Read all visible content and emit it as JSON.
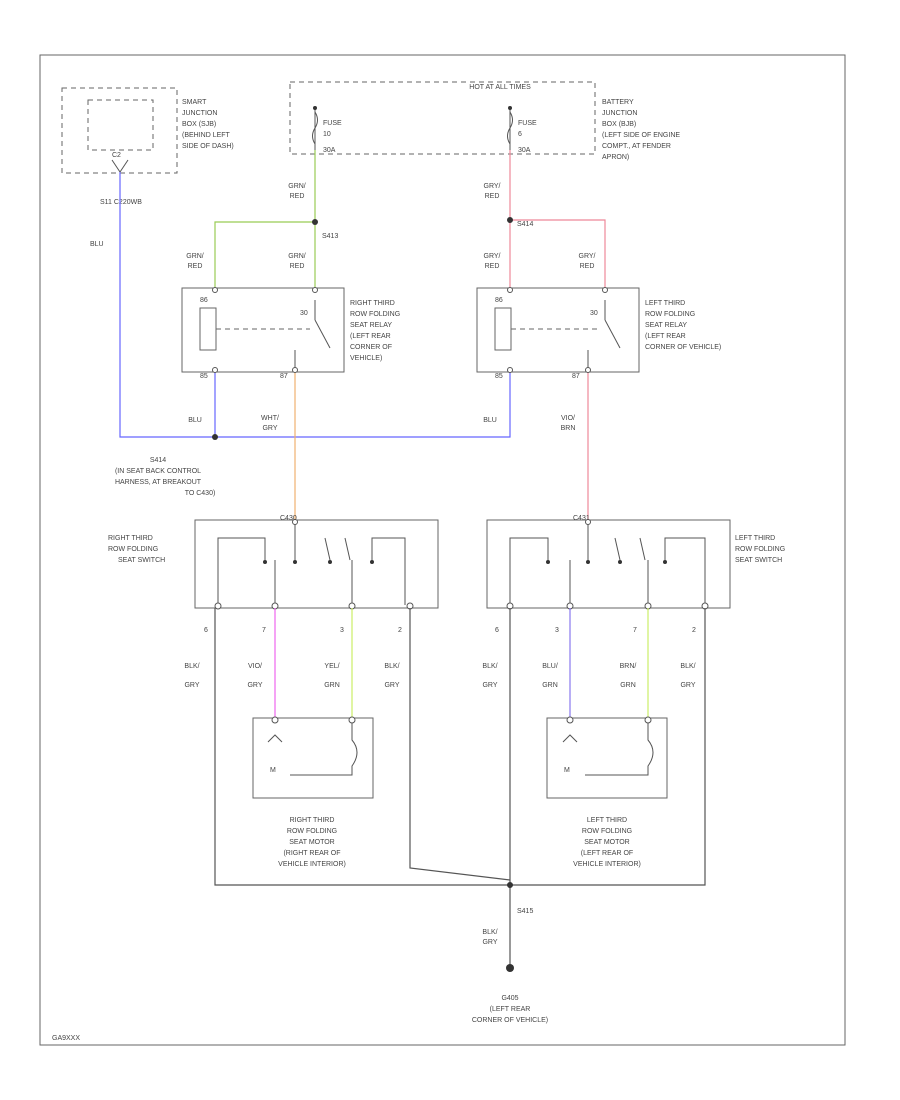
{
  "frame": {
    "figure_code": "GA9XXX"
  },
  "sources": {
    "smart_jb": {
      "label": [
        "SMART",
        "JUNCTION",
        "BOX (SJB)",
        "(BEHIND LEFT",
        "SIDE OF DASH)"
      ],
      "ground": "S11 C220WB",
      "cavity": "C2"
    },
    "battery_jb": {
      "header": "HOT AT ALL TIMES",
      "label": [
        "BATTERY",
        "JUNCTION",
        "BOX (BJB)",
        "(LEFT SIDE OF ENGINE",
        "COMPT., AT FENDER",
        "APRON)"
      ],
      "fuse_left": [
        "FUSE",
        "10",
        "30A"
      ],
      "fuse_right": [
        "FUSE",
        "6",
        "30A"
      ]
    }
  },
  "wires": {
    "grn_red": [
      "GRN/",
      "RED"
    ],
    "gry_red": [
      "GRY/",
      "RED"
    ],
    "blu": "BLU",
    "wht_gry": [
      "WHT/",
      "GRY"
    ],
    "vio_brn": [
      "VIO/",
      "BRN"
    ],
    "blk_gry": [
      "BLK/",
      "GRY"
    ],
    "vio_gry": [
      "VIO/",
      "GRY"
    ],
    "yel_grn": [
      "YEL/",
      "GRN"
    ],
    "blu_grn": [
      "BLU/",
      "GRN"
    ],
    "brn_grn": [
      "BRN/",
      "GRN"
    ]
  },
  "splices": {
    "s413": "S413",
    "s414_left": "S414",
    "s414_mid": [
      "S414",
      "(IN SEAT BACK CONTROL",
      "HARNESS, AT BREAKOUT",
      "TO C430)"
    ],
    "s415": "S415"
  },
  "relays": {
    "right": {
      "label": [
        "RIGHT THIRD",
        "ROW FOLDING",
        "SEAT RELAY",
        "(LEFT REAR",
        "CORNER OF",
        "VEHICLE)"
      ],
      "pins": {
        "p1": "86",
        "p2": "30",
        "p3": "85",
        "p4": "87"
      }
    },
    "left": {
      "label": [
        "LEFT THIRD",
        "ROW FOLDING",
        "SEAT RELAY",
        "(LEFT REAR",
        "CORNER OF VEHICLE)"
      ],
      "pins": {
        "p1": "86",
        "p2": "30",
        "p3": "85",
        "p4": "87"
      }
    }
  },
  "switches": {
    "right": {
      "label": [
        "RIGHT THIRD",
        "ROW FOLDING",
        "SEAT SWITCH"
      ],
      "connector": "C430",
      "pins": [
        "6",
        "7",
        "3",
        "2"
      ]
    },
    "left": {
      "label": [
        "LEFT THIRD",
        "ROW FOLDING",
        "SEAT SWITCH"
      ],
      "connector": "C431",
      "pins": [
        "6",
        "3",
        "7",
        "2"
      ]
    }
  },
  "motors": {
    "right": {
      "label": [
        "RIGHT THIRD",
        "ROW FOLDING",
        "SEAT MOTOR",
        "(RIGHT REAR OF",
        "VEHICLE INTERIOR)"
      ],
      "symbol": "M"
    },
    "left": {
      "label": [
        "LEFT THIRD",
        "ROW FOLDING",
        "SEAT MOTOR",
        "(LEFT REAR OF",
        "VEHICLE INTERIOR)"
      ],
      "symbol": "M"
    }
  },
  "ground": {
    "label": [
      "G405",
      "(LEFT REAR",
      "CORNER OF VEHICLE)"
    ]
  },
  "colors": {
    "green": "#99cc55",
    "pink": "#ee8899",
    "blue": "#6666ff",
    "orange": "#f0b070",
    "magenta": "#ee66ee",
    "lime": "#ccee66",
    "purple": "#8877ee",
    "black": "#555555"
  }
}
